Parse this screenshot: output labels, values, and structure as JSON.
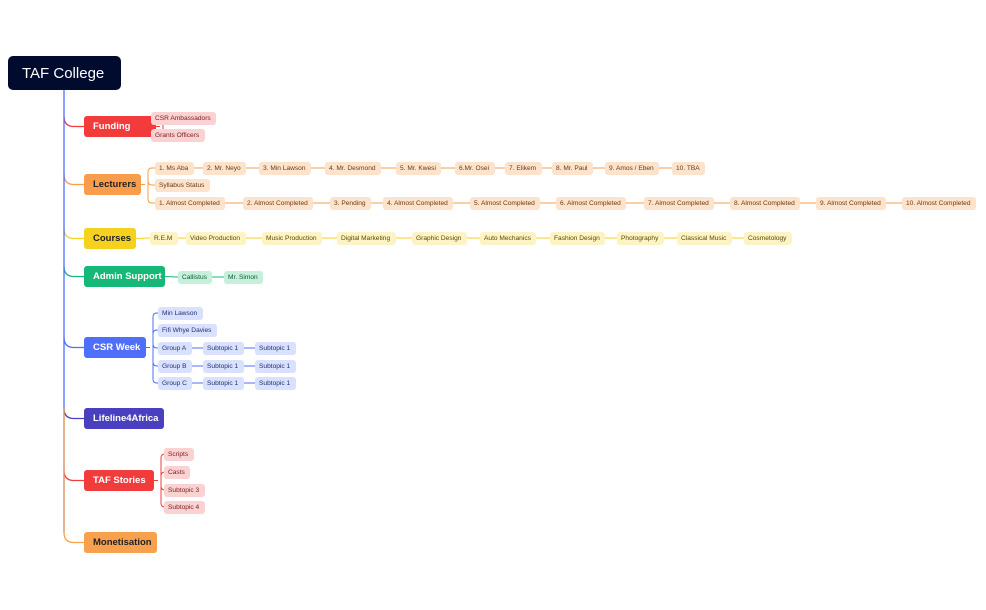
{
  "root": {
    "label": "TAF College",
    "color": "#000b2e"
  },
  "branches": [
    {
      "key": "funding",
      "label": "Funding",
      "color": "#f23c3c",
      "text": "#ffffff",
      "line": "#f23c3c",
      "rows": [
        [
          "CSR Ambassadors"
        ],
        [
          "Grants Officers"
        ]
      ],
      "light": "#fbd2d2",
      "ink": "#7a2020"
    },
    {
      "key": "lecturers",
      "label": "Lecturers",
      "color": "#f79d4b",
      "text": "#222222",
      "line": "#f79d4b",
      "rows": [
        [
          "1. Ms Aba",
          "2. Mr. Neyo",
          "3. Min Lawson",
          "4. Mr. Desmond",
          "5. Mr. Kwesi",
          "6.Mr. Osei",
          "7. Elikem",
          "8. Mr. Paul",
          "9. Amos / Eben",
          "10. TBA"
        ],
        [
          "Syllabus Status"
        ],
        [
          "1. Almost Completed",
          "2. Almost Completed",
          "3. Pending",
          "4. Almost Completed",
          "5. Almost Completed",
          "6. Almost Completed",
          "7. Almost Completed",
          "8. Almost Completed",
          "9. Almost Completed",
          "10. Almost Completed"
        ]
      ],
      "light": "#fde3cc",
      "ink": "#6b3a10"
    },
    {
      "key": "courses",
      "label": "Courses",
      "color": "#f5d21f",
      "text": "#222222",
      "line": "#f5d21f",
      "rows": [
        [
          "R.E.M",
          "Video Production",
          "Music Production",
          "Digital Marketing",
          "Graphic Design",
          "Auto Mechanics",
          "Fashion Design",
          "Photography",
          "Classical Music",
          "Cosmetology"
        ]
      ],
      "light": "#fdf3c4",
      "ink": "#5c4a00"
    },
    {
      "key": "admin",
      "label": "Admin Support",
      "color": "#16b878",
      "text": "#ffffff",
      "line": "#16b878",
      "rows": [
        [
          "Callistus",
          "Mr. Simon"
        ]
      ],
      "light": "#c6efdc",
      "ink": "#0c5a3a"
    },
    {
      "key": "csr",
      "label": "CSR Week",
      "color": "#4f6ffa",
      "text": "#ffffff",
      "line": "#4f6ffa",
      "rows": [
        [
          "Min Lawson"
        ],
        [
          "Fifi Whye Davies"
        ],
        [
          "Group A",
          "Subtopic 1",
          "Subtopic 1"
        ],
        [
          "Group B",
          "Subtopic 1",
          "Subtopic 1"
        ],
        [
          "Group C",
          "Subtopic 1",
          "Subtopic 1"
        ]
      ],
      "light": "#d9e1fd",
      "ink": "#1e2f7a"
    },
    {
      "key": "lifeline",
      "label": "Lifeline4Africa",
      "color": "#4a3fbf",
      "text": "#ffffff",
      "line": "#4a3fbf",
      "rows": []
    },
    {
      "key": "stories",
      "label": "TAF Stories",
      "color": "#f23c3c",
      "text": "#ffffff",
      "line": "#f23c3c",
      "rows": [
        [
          "Scripts"
        ],
        [
          "Casts"
        ],
        [
          "Subtopic 3"
        ],
        [
          "Subtopic 4"
        ]
      ],
      "light": "#fbd2d2",
      "ink": "#7a2020"
    },
    {
      "key": "monetisation",
      "label": "Monetisation",
      "color": "#f7a14e",
      "text": "#222222",
      "line": "#f7a14e",
      "rows": []
    }
  ]
}
